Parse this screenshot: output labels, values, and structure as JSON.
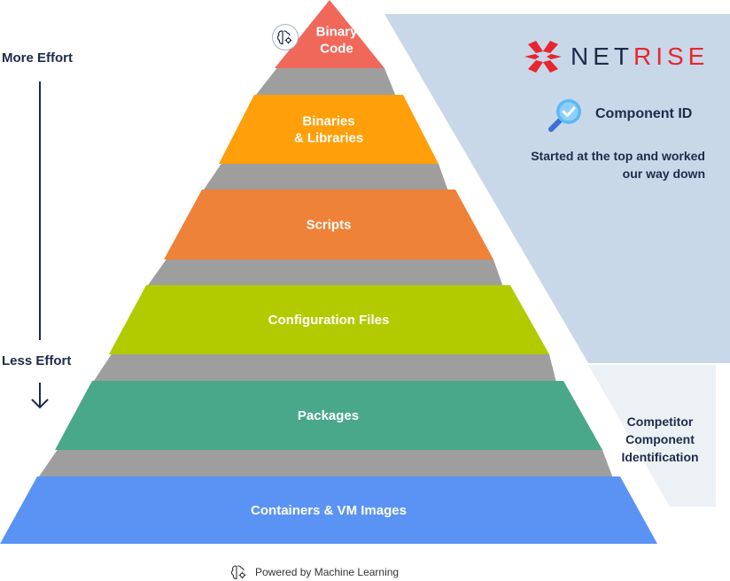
{
  "brand": {
    "name_part1": "NET",
    "name_part2": "RISE",
    "logo_color": "#e8262f"
  },
  "effort": {
    "top_label": "More Effort",
    "bottom_label": "Less Effort"
  },
  "component_id": {
    "label": "Component ID",
    "icon": "magnifier-check-icon"
  },
  "started_note": "Started at the top and worked our way down",
  "competitor_note": "Competitor Component Identification",
  "footer": {
    "label": "Powered by Machine Learning",
    "icon": "brain-gear-icon"
  },
  "pyramid": {
    "levels": [
      {
        "lines": [
          "Binary",
          "Code"
        ],
        "color": "#f0685a"
      },
      {
        "lines": [
          "Binaries",
          "& Libraries"
        ],
        "color": "#ff9f0a"
      },
      {
        "lines": [
          "Scripts"
        ],
        "color": "#ee8238"
      },
      {
        "lines": [
          "Configuration Files"
        ],
        "color": "#b2cb00"
      },
      {
        "lines": [
          "Packages"
        ],
        "color": "#49a88a"
      },
      {
        "lines": [
          "Containers & VM Images"
        ],
        "color": "#5b93f5"
      }
    ],
    "connector_color": "#9e9e9e",
    "netrise_panel_color": "#c8d8e8",
    "competitor_panel_color": "#ecf1f6"
  }
}
